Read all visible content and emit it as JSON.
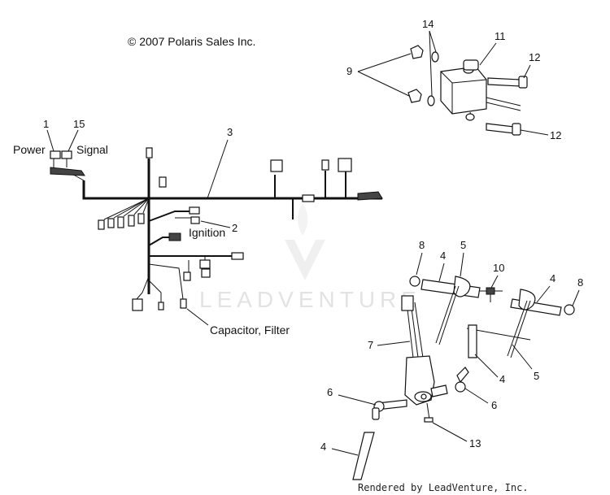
{
  "copyright": "© 2007 Polaris Sales Inc.",
  "watermark": "LEADVENTURE",
  "footer": "Rendered by LeadVenture, Inc.",
  "captions": {
    "power": "Power",
    "signal": "Signal",
    "ignition": "Ignition",
    "capacitor": "Capacitor, Filter"
  },
  "callouts": {
    "c1": "1",
    "c15": "15",
    "c3": "3",
    "c2": "2",
    "c9": "9",
    "c14": "14",
    "c11": "11",
    "c12a": "12",
    "c12b": "12",
    "c8a": "8",
    "c5a": "5",
    "c4a": "4",
    "c10": "10",
    "c4b": "4",
    "c8b": "8",
    "c7": "7",
    "c4c": "4",
    "c5b": "5",
    "c6a": "6",
    "c6b": "6",
    "c13": "13",
    "c4d": "4"
  }
}
